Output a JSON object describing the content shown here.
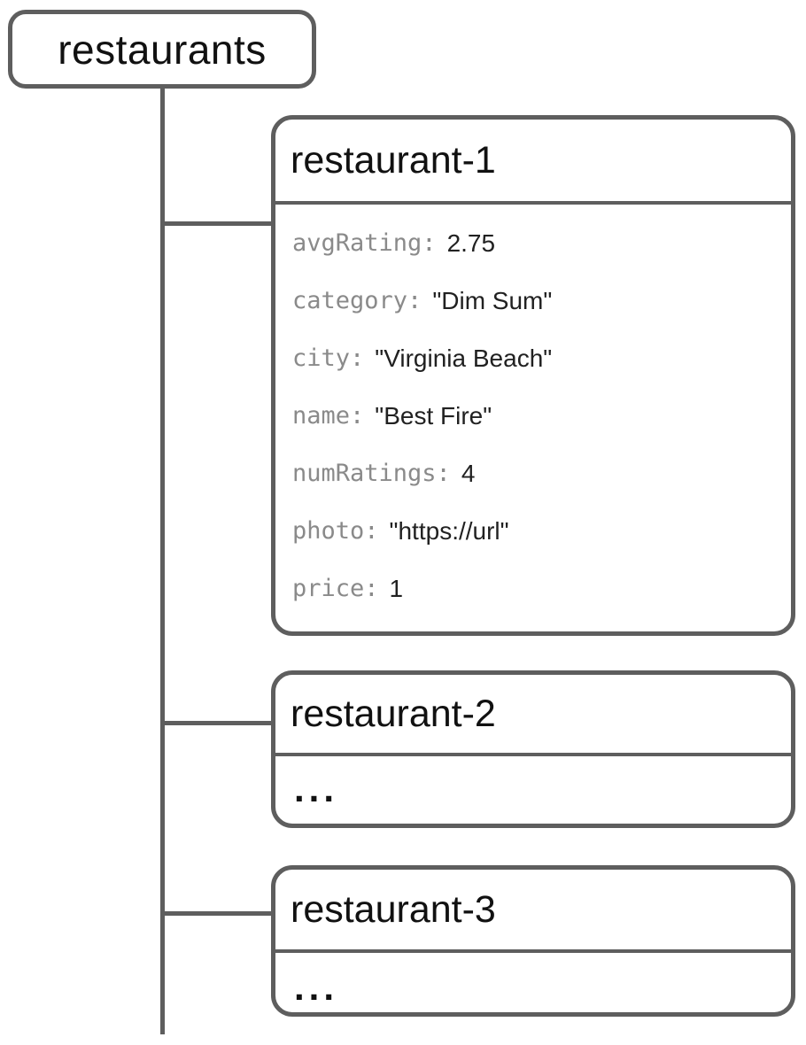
{
  "diagram": {
    "root": {
      "label": "restaurants"
    },
    "children": [
      {
        "title": "restaurant-1",
        "fields": [
          {
            "key": "avgRating:",
            "value": "2.75"
          },
          {
            "key": "category:",
            "value": "\"Dim Sum\""
          },
          {
            "key": "city:",
            "value": "\"Virginia Beach\""
          },
          {
            "key": "name:",
            "value": "\"Best Fire\""
          },
          {
            "key": "numRatings:",
            "value": "4"
          },
          {
            "key": "photo:",
            "value": "\"https://url\""
          },
          {
            "key": "price:",
            "value": "1"
          }
        ]
      },
      {
        "title": "restaurant-2",
        "body": "..."
      },
      {
        "title": "restaurant-3",
        "body": "..."
      }
    ],
    "colors": {
      "line": "#5e5e5e",
      "key_text": "#8a8a8a",
      "value_text": "#212121",
      "title_text": "#111111",
      "background": "#ffffff"
    }
  }
}
